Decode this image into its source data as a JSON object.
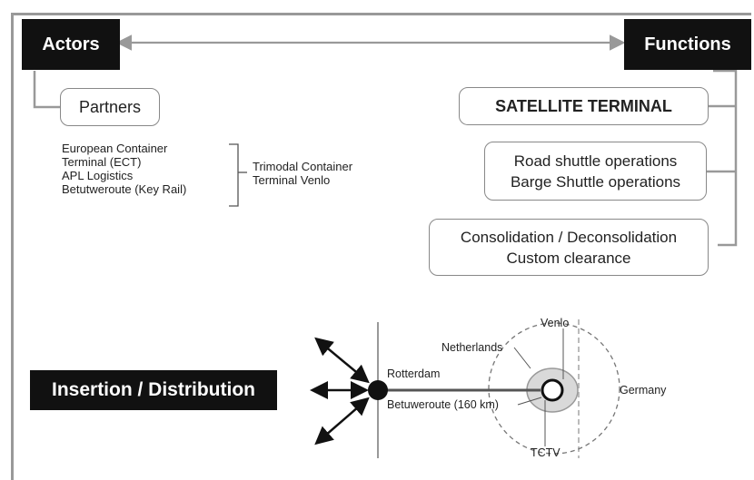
{
  "actors": {
    "title": "Actors",
    "partners_label": "Partners"
  },
  "functions": {
    "title": "Functions",
    "satellite_terminal": "SATELLITE TERMINAL",
    "shuttle_lines": [
      "Road shuttle operations",
      "Barge Shuttle operations"
    ],
    "services_lines": [
      "Consolidation / Deconsolidation",
      "Custom clearance"
    ]
  },
  "partners_list": [
    "European Container",
    "Terminal (ECT)",
    "APL Logistics",
    "Betutweroute (Key Rail)"
  ],
  "trimodal": [
    "Trimodal Container",
    "Terminal Venlo"
  ],
  "insertion": {
    "title": "Insertion / Distribution"
  },
  "map": {
    "rotterdam": "Rotterdam",
    "netherlands": "Netherlands",
    "venlo": "Venlo",
    "germany": "Germany",
    "route": "Betuweroute (160 km)",
    "tctv": "TCTV"
  }
}
